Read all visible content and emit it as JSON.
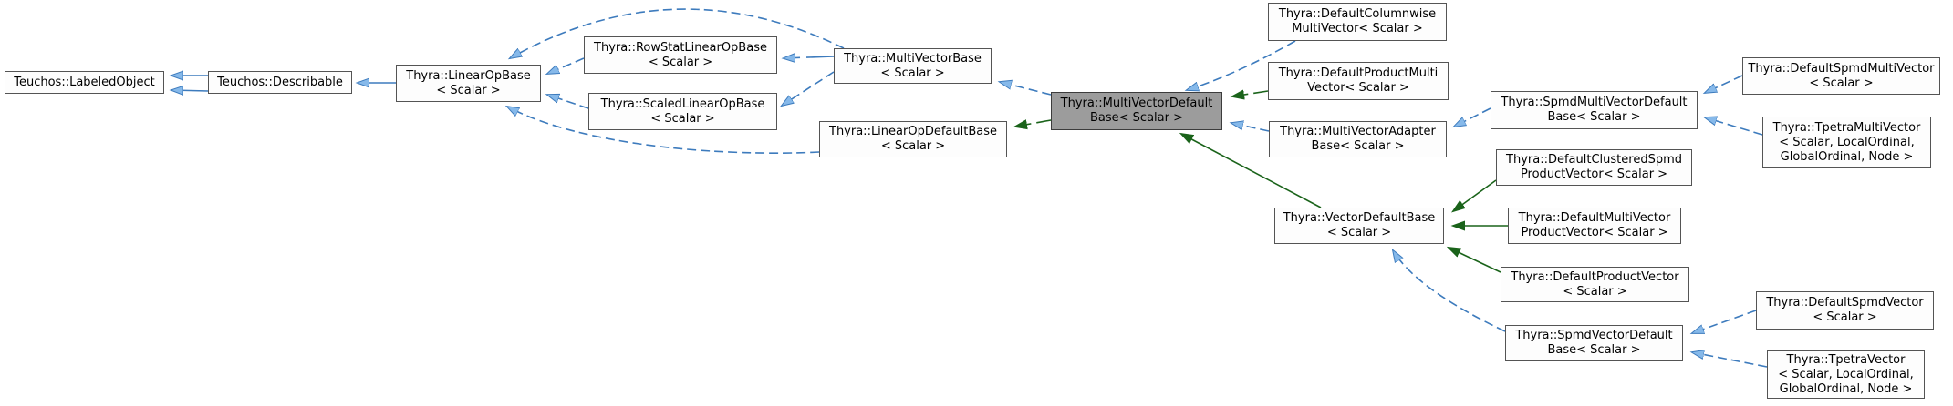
{
  "diagram": {
    "kind": "class-inheritance-graph",
    "highlighted_node": "Thyra::MultiVectorDefaultBase< Scalar >",
    "colors": {
      "background": "#ffffff",
      "node_fill": "#fdfdfd",
      "node_border": "#545454",
      "highlight_node_fill": "#9c9c9c",
      "inheritance_blue": "#3d7bbd",
      "inheritance_blue_arrowhead": "#86b9ea",
      "inheritance_green": "#1a631a"
    },
    "nodes": [
      {
        "id": "teuchos-labeled-object",
        "label": "Teuchos::LabeledObject"
      },
      {
        "id": "teuchos-describable",
        "label": "Teuchos::Describable"
      },
      {
        "id": "linear-op-base",
        "label": "Thyra::LinearOpBase\n< Scalar >"
      },
      {
        "id": "row-stat-linear-op-base",
        "label": "Thyra::RowStatLinearOpBase\n< Scalar >"
      },
      {
        "id": "scaled-linear-op-base",
        "label": "Thyra::ScaledLinearOpBase\n< Scalar >"
      },
      {
        "id": "multi-vector-base",
        "label": "Thyra::MultiVectorBase\n< Scalar >"
      },
      {
        "id": "linear-op-default-base",
        "label": "Thyra::LinearOpDefaultBase\n< Scalar >"
      },
      {
        "id": "multi-vector-default-base",
        "label": "Thyra::MultiVectorDefault\nBase< Scalar >"
      },
      {
        "id": "default-columnwise-multi-vector",
        "label": "Thyra::DefaultColumnwise\nMultiVector< Scalar >"
      },
      {
        "id": "default-product-multi-vector",
        "label": "Thyra::DefaultProductMulti\nVector< Scalar >"
      },
      {
        "id": "multi-vector-adapter-base",
        "label": "Thyra::MultiVectorAdapter\nBase< Scalar >"
      },
      {
        "id": "spmd-multi-vector-default-base",
        "label": "Thyra::SpmdMultiVectorDefault\nBase< Scalar >"
      },
      {
        "id": "default-spmd-multi-vector",
        "label": "Thyra::DefaultSpmdMultiVector\n< Scalar >"
      },
      {
        "id": "tpetra-multi-vector",
        "label": "Thyra::TpetraMultiVector\n< Scalar, LocalOrdinal,\nGlobalOrdinal, Node >"
      },
      {
        "id": "default-clustered-spmd-product-vector",
        "label": "Thyra::DefaultClusteredSpmd\nProductVector< Scalar >"
      },
      {
        "id": "vector-default-base",
        "label": "Thyra::VectorDefaultBase\n< Scalar >"
      },
      {
        "id": "default-multi-vector-product-vector",
        "label": "Thyra::DefaultMultiVector\nProductVector< Scalar >"
      },
      {
        "id": "default-product-vector",
        "label": "Thyra::DefaultProductVector\n< Scalar >"
      },
      {
        "id": "spmd-vector-default-base",
        "label": "Thyra::SpmdVectorDefault\nBase< Scalar >"
      },
      {
        "id": "default-spmd-vector",
        "label": "Thyra::DefaultSpmdVector\n< Scalar >"
      },
      {
        "id": "tpetra-vector",
        "label": "Thyra::TpetraVector\n< Scalar, LocalOrdinal,\nGlobalOrdinal, Node >"
      }
    ],
    "edges": [
      {
        "from": "teuchos-describable",
        "to": "teuchos-labeled-object",
        "style": "solid-blue"
      },
      {
        "from": "teuchos-describable",
        "to": "teuchos-labeled-object",
        "style": "solid-blue"
      },
      {
        "from": "linear-op-base",
        "to": "teuchos-describable",
        "style": "solid-blue"
      },
      {
        "from": "row-stat-linear-op-base",
        "to": "linear-op-base",
        "style": "dashed-blue"
      },
      {
        "from": "scaled-linear-op-base",
        "to": "linear-op-base",
        "style": "dashed-blue"
      },
      {
        "from": "multi-vector-base",
        "to": "row-stat-linear-op-base",
        "style": "dashed-blue"
      },
      {
        "from": "multi-vector-base",
        "to": "scaled-linear-op-base",
        "style": "dashed-blue"
      },
      {
        "from": "multi-vector-base",
        "to": "linear-op-base",
        "style": "dashed-blue"
      },
      {
        "from": "linear-op-default-base",
        "to": "linear-op-base",
        "style": "dashed-blue"
      },
      {
        "from": "multi-vector-default-base",
        "to": "multi-vector-base",
        "style": "dashed-blue"
      },
      {
        "from": "multi-vector-default-base",
        "to": "linear-op-default-base",
        "style": "dashed-green"
      },
      {
        "from": "default-columnwise-multi-vector",
        "to": "multi-vector-default-base",
        "style": "dashed-blue"
      },
      {
        "from": "default-product-multi-vector",
        "to": "multi-vector-default-base",
        "style": "dashed-green"
      },
      {
        "from": "multi-vector-adapter-base",
        "to": "multi-vector-default-base",
        "style": "dashed-blue"
      },
      {
        "from": "vector-default-base",
        "to": "multi-vector-default-base",
        "style": "solid-green"
      },
      {
        "from": "spmd-multi-vector-default-base",
        "to": "multi-vector-adapter-base",
        "style": "dashed-blue"
      },
      {
        "from": "default-spmd-multi-vector",
        "to": "spmd-multi-vector-default-base",
        "style": "dashed-blue"
      },
      {
        "from": "tpetra-multi-vector",
        "to": "spmd-multi-vector-default-base",
        "style": "dashed-blue"
      },
      {
        "from": "default-clustered-spmd-product-vector",
        "to": "vector-default-base",
        "style": "solid-green"
      },
      {
        "from": "default-multi-vector-product-vector",
        "to": "vector-default-base",
        "style": "solid-green"
      },
      {
        "from": "default-product-vector",
        "to": "vector-default-base",
        "style": "solid-green"
      },
      {
        "from": "spmd-vector-default-base",
        "to": "vector-default-base",
        "style": "dashed-blue"
      },
      {
        "from": "default-spmd-vector",
        "to": "spmd-vector-default-base",
        "style": "dashed-blue"
      },
      {
        "from": "tpetra-vector",
        "to": "spmd-vector-default-base",
        "style": "dashed-blue"
      }
    ]
  }
}
